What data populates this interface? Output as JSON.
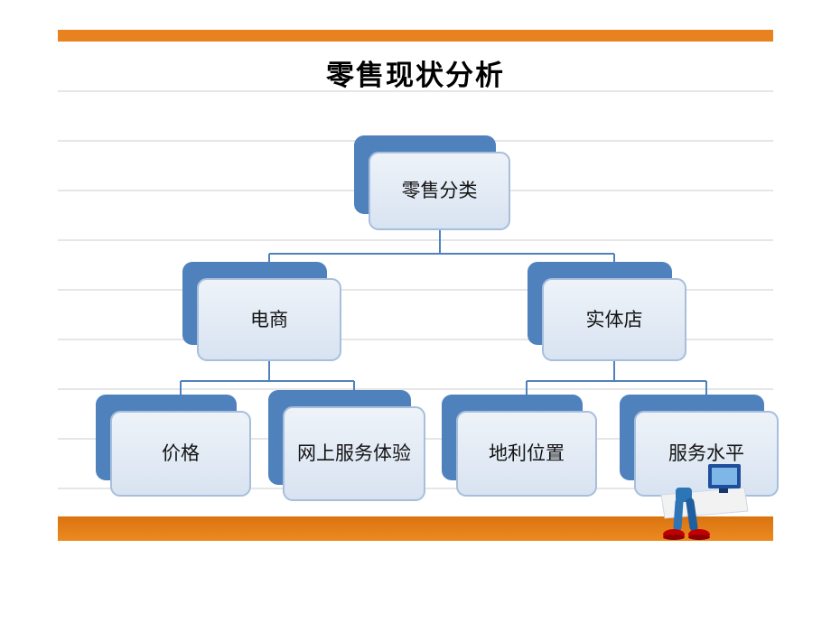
{
  "slide": {
    "title": "零售现状分析"
  },
  "diagram": {
    "type": "hierarchy-tree",
    "root": {
      "label": "零售分类"
    },
    "children": [
      {
        "label": "电商",
        "children": [
          {
            "label": "价格"
          },
          {
            "label": "网上服务体验"
          }
        ]
      },
      {
        "label": "实体店",
        "children": [
          {
            "label": "地利位置"
          },
          {
            "label": "服务水平"
          }
        ]
      }
    ]
  },
  "colors": {
    "accent_orange": "#E8821E",
    "node_fill": "#DCE6F2",
    "node_border": "#A7BEDD",
    "node_shadow_blue": "#4F81BD",
    "connector": "#4F81BD",
    "gridline": "#E6E6E6"
  }
}
